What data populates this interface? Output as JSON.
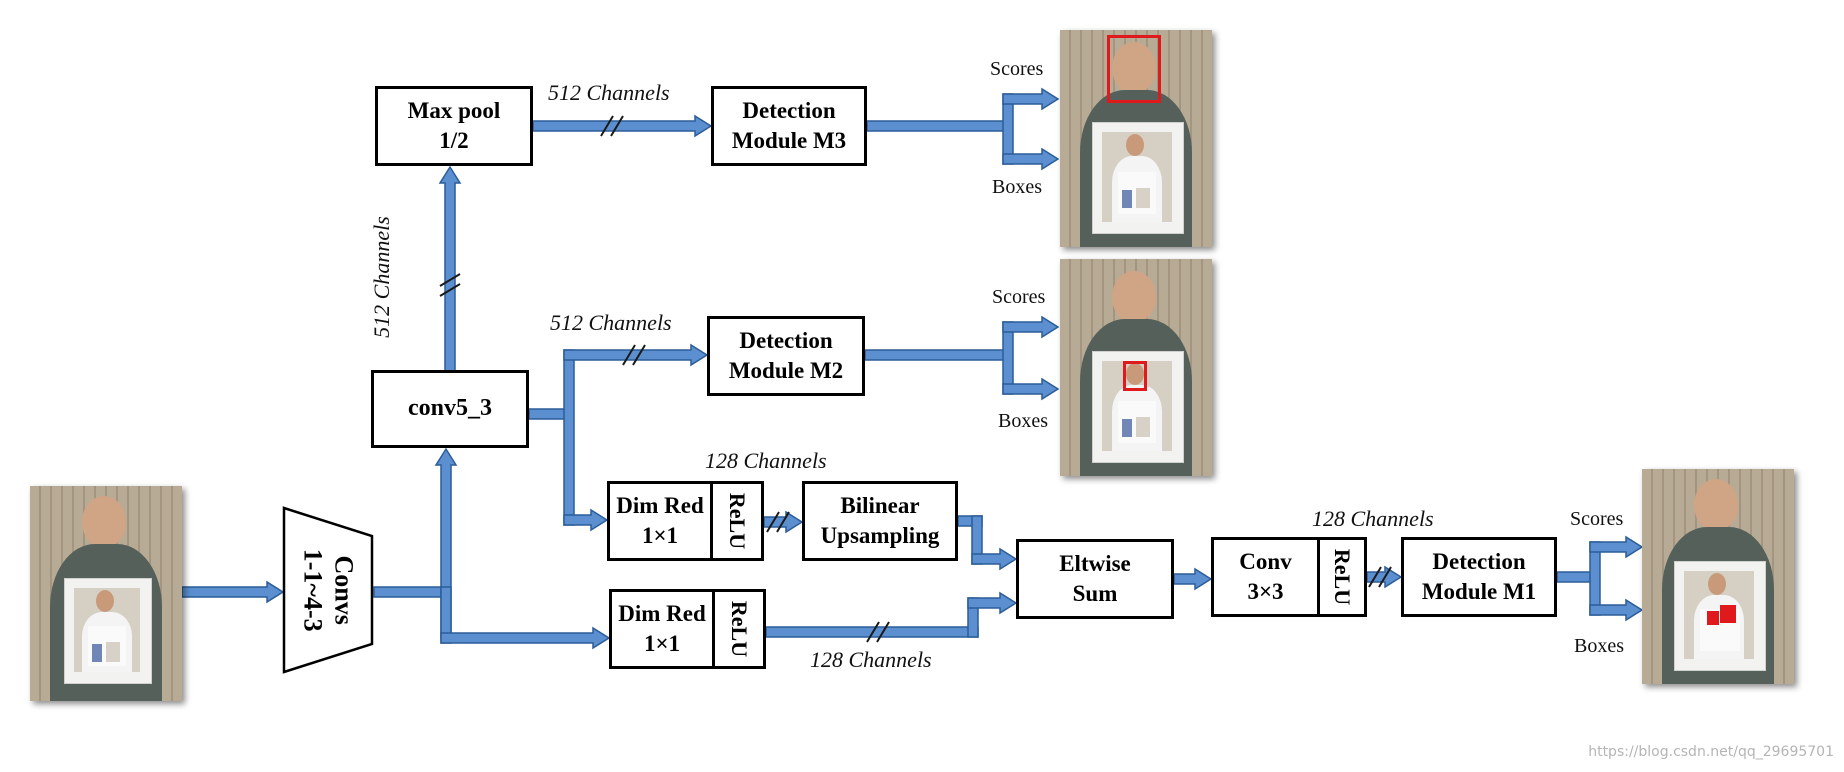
{
  "nodes": {
    "convs": {
      "line1": "Convs",
      "line2": "1-1~4-3"
    },
    "conv5_3": "conv5_3",
    "max_pool": {
      "line1": "Max pool",
      "line2": "1/2"
    },
    "detection_m3": {
      "line1": "Detection",
      "line2": "Module M3"
    },
    "detection_m2": {
      "line1": "Detection",
      "line2": "Module M2"
    },
    "dim_red_top": {
      "line1": "Dim Red",
      "line2": "1×1"
    },
    "dim_red_bottom": {
      "line1": "Dim Red",
      "line2": "1×1"
    },
    "relu": "ReLU",
    "bilinear": {
      "line1": "Bilinear",
      "line2": "Upsampling"
    },
    "eltwise": {
      "line1": "Eltwise",
      "line2": "Sum"
    },
    "conv3x3": {
      "line1": "Conv",
      "line2": "3×3"
    },
    "detection_m1": {
      "line1": "Detection",
      "line2": "Module M1"
    }
  },
  "edge_labels": {
    "vertical_512": "512 Channels",
    "maxpool_to_m3": "512 Channels",
    "conv5_to_m2": "512 Channels",
    "dimred_128": "128 Channels",
    "bottom_128": "128 Channels",
    "conv_to_m1": "128 Channels"
  },
  "outputs": {
    "scores": "Scores",
    "boxes": "Boxes"
  },
  "colors": {
    "arrow_fill": "#5b8fcf",
    "arrow_stroke": "#2b5d98",
    "detection_box": "#e0191c"
  },
  "watermark": "https://blog.csdn.net/qq_29695701"
}
